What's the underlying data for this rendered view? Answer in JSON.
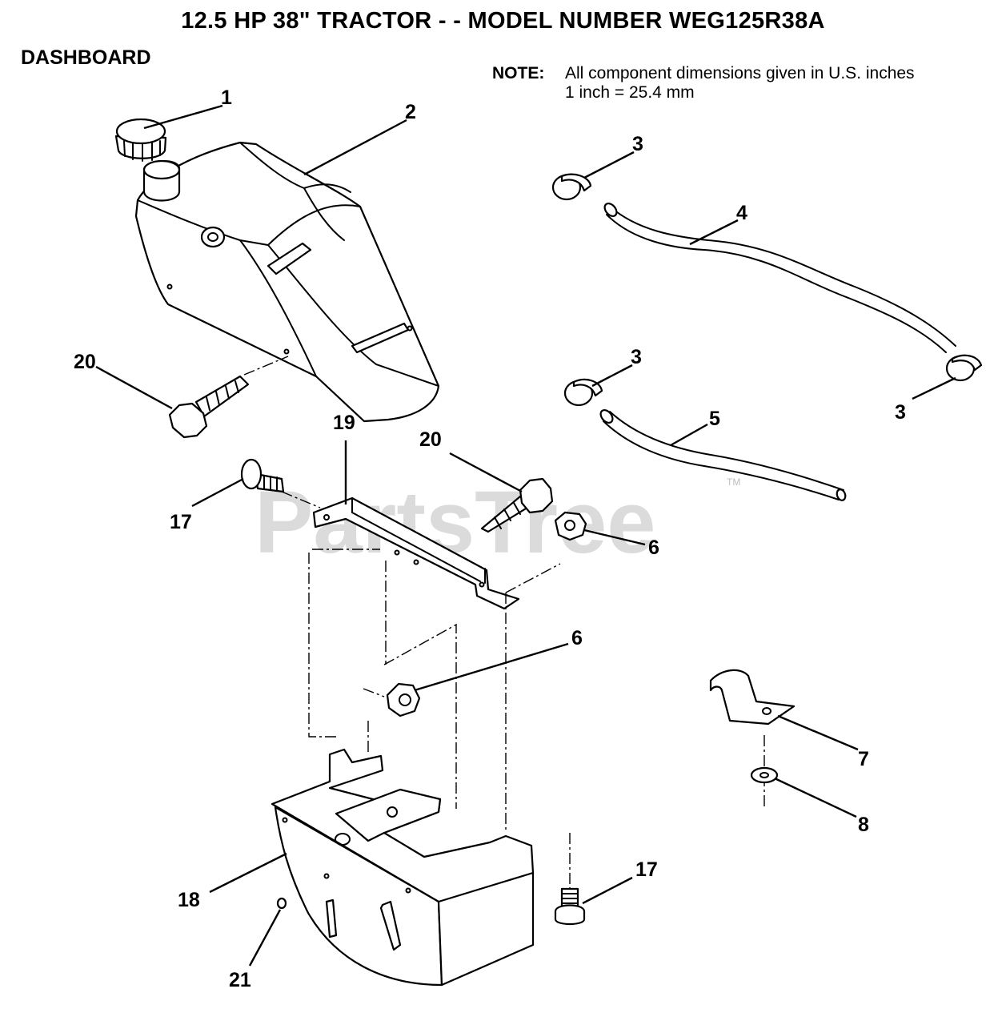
{
  "title": "12.5 HP 38\" TRACTOR - - MODEL NUMBER WEG125R38A",
  "section": "DASHBOARD",
  "note": {
    "label": "NOTE:",
    "line1": "All component dimensions given in U.S. inches",
    "line2": "1 inch = 25.4 mm"
  },
  "watermark": {
    "text": "PartsTree",
    "trademark": "TM"
  },
  "callouts": {
    "c1": "1",
    "c2": "2",
    "c3a": "3",
    "c3b": "3",
    "c3c": "3",
    "c4": "4",
    "c5": "5",
    "c6a": "6",
    "c6b": "6",
    "c7": "7",
    "c8": "8",
    "c17a": "17",
    "c17b": "17",
    "c18": "18",
    "c19": "19",
    "c20a": "20",
    "c20b": "20",
    "c21": "21"
  }
}
